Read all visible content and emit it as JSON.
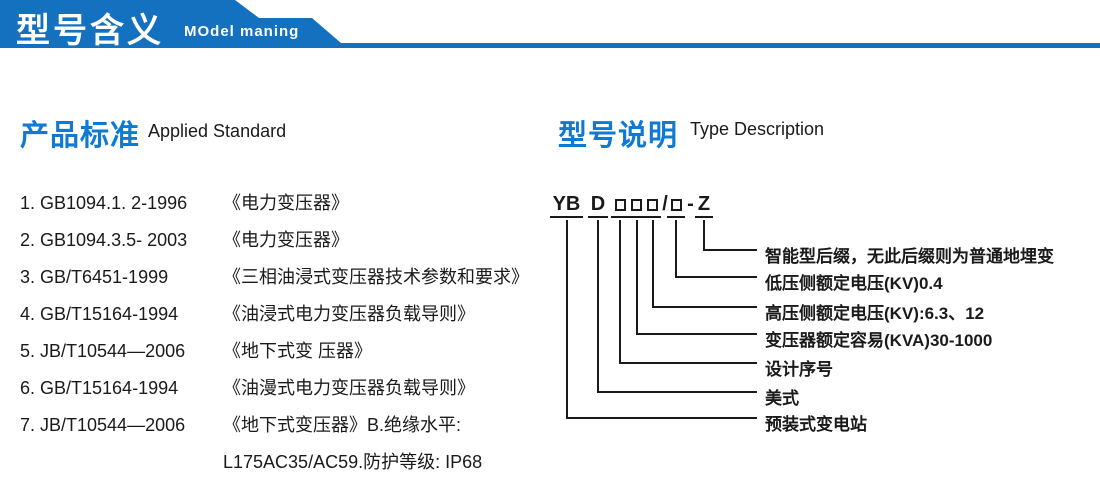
{
  "banner": {
    "title_zh": "型号含义",
    "title_en": "MOdel maning"
  },
  "colors": {
    "banner_blue": "#1371bf",
    "heading_blue": "#0e7ad3",
    "text_dark": "#1a1a1a"
  },
  "standards": {
    "heading_zh": "产品标准",
    "heading_en": "Applied Standard",
    "items": [
      {
        "code": "1. GB1094.1. 2-1996",
        "title": "《电力变压器》"
      },
      {
        "code": "2. GB1094.3.5- 2003",
        "title": "《电力变压器》"
      },
      {
        "code": "3. GB/T6451-1999",
        "title": "《三相油浸式变压器技术参数和要求》"
      },
      {
        "code": "4. GB/T15164-1994",
        "title": "《油浸式电力变压器负载导则》"
      },
      {
        "code": "5. JB/T10544—2006",
        "title": "《地下式变 压器》"
      },
      {
        "code": "6. GB/T15164-1994",
        "title": "《油漫式电力变压器负载导则》"
      },
      {
        "code": "7. JB/T10544—2006",
        "title": "《地下式变压器》B.绝缘水平:"
      },
      {
        "code": "",
        "title": "L175AC35/AC59.防护等级: IP68"
      }
    ]
  },
  "model": {
    "heading_zh": "型号说明",
    "heading_en": "Type Description",
    "code": {
      "yb": "YB",
      "d": "D",
      "slash": "/",
      "dash": "-",
      "z": "Z"
    },
    "labels": [
      "智能型后缀，无此后缀则为普通地埋变",
      "低压侧额定电压(KV)0.4",
      "高压侧额定电压(KV):6.3、12",
      "变压器额定容易(KVA)30-1000",
      "设计序号",
      "美式",
      "预装式变电站"
    ]
  }
}
